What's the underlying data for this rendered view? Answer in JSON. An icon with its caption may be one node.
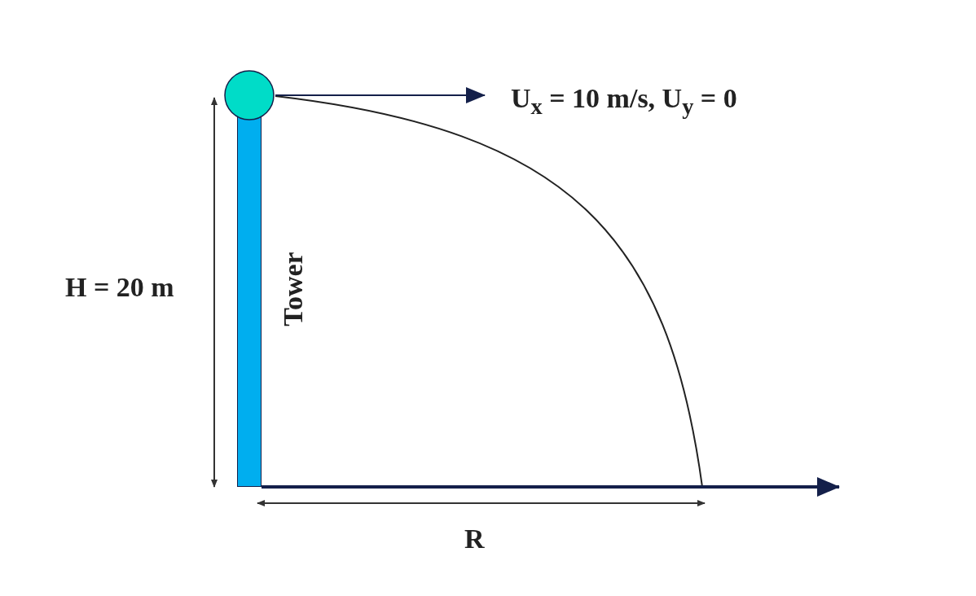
{
  "diagram": {
    "nodes": [
      {
        "text": [],
        "shape": "bar",
        "beside": [
          "Tower"
        ]
      },
      {
        "text": [],
        "shape": "circle"
      }
    ],
    "edges": [],
    "labels": [
      "U$_{x}$ = 10 m/s, U$_{y}$ = 0",
      "H = 20 m",
      "R"
    ]
  }
}
